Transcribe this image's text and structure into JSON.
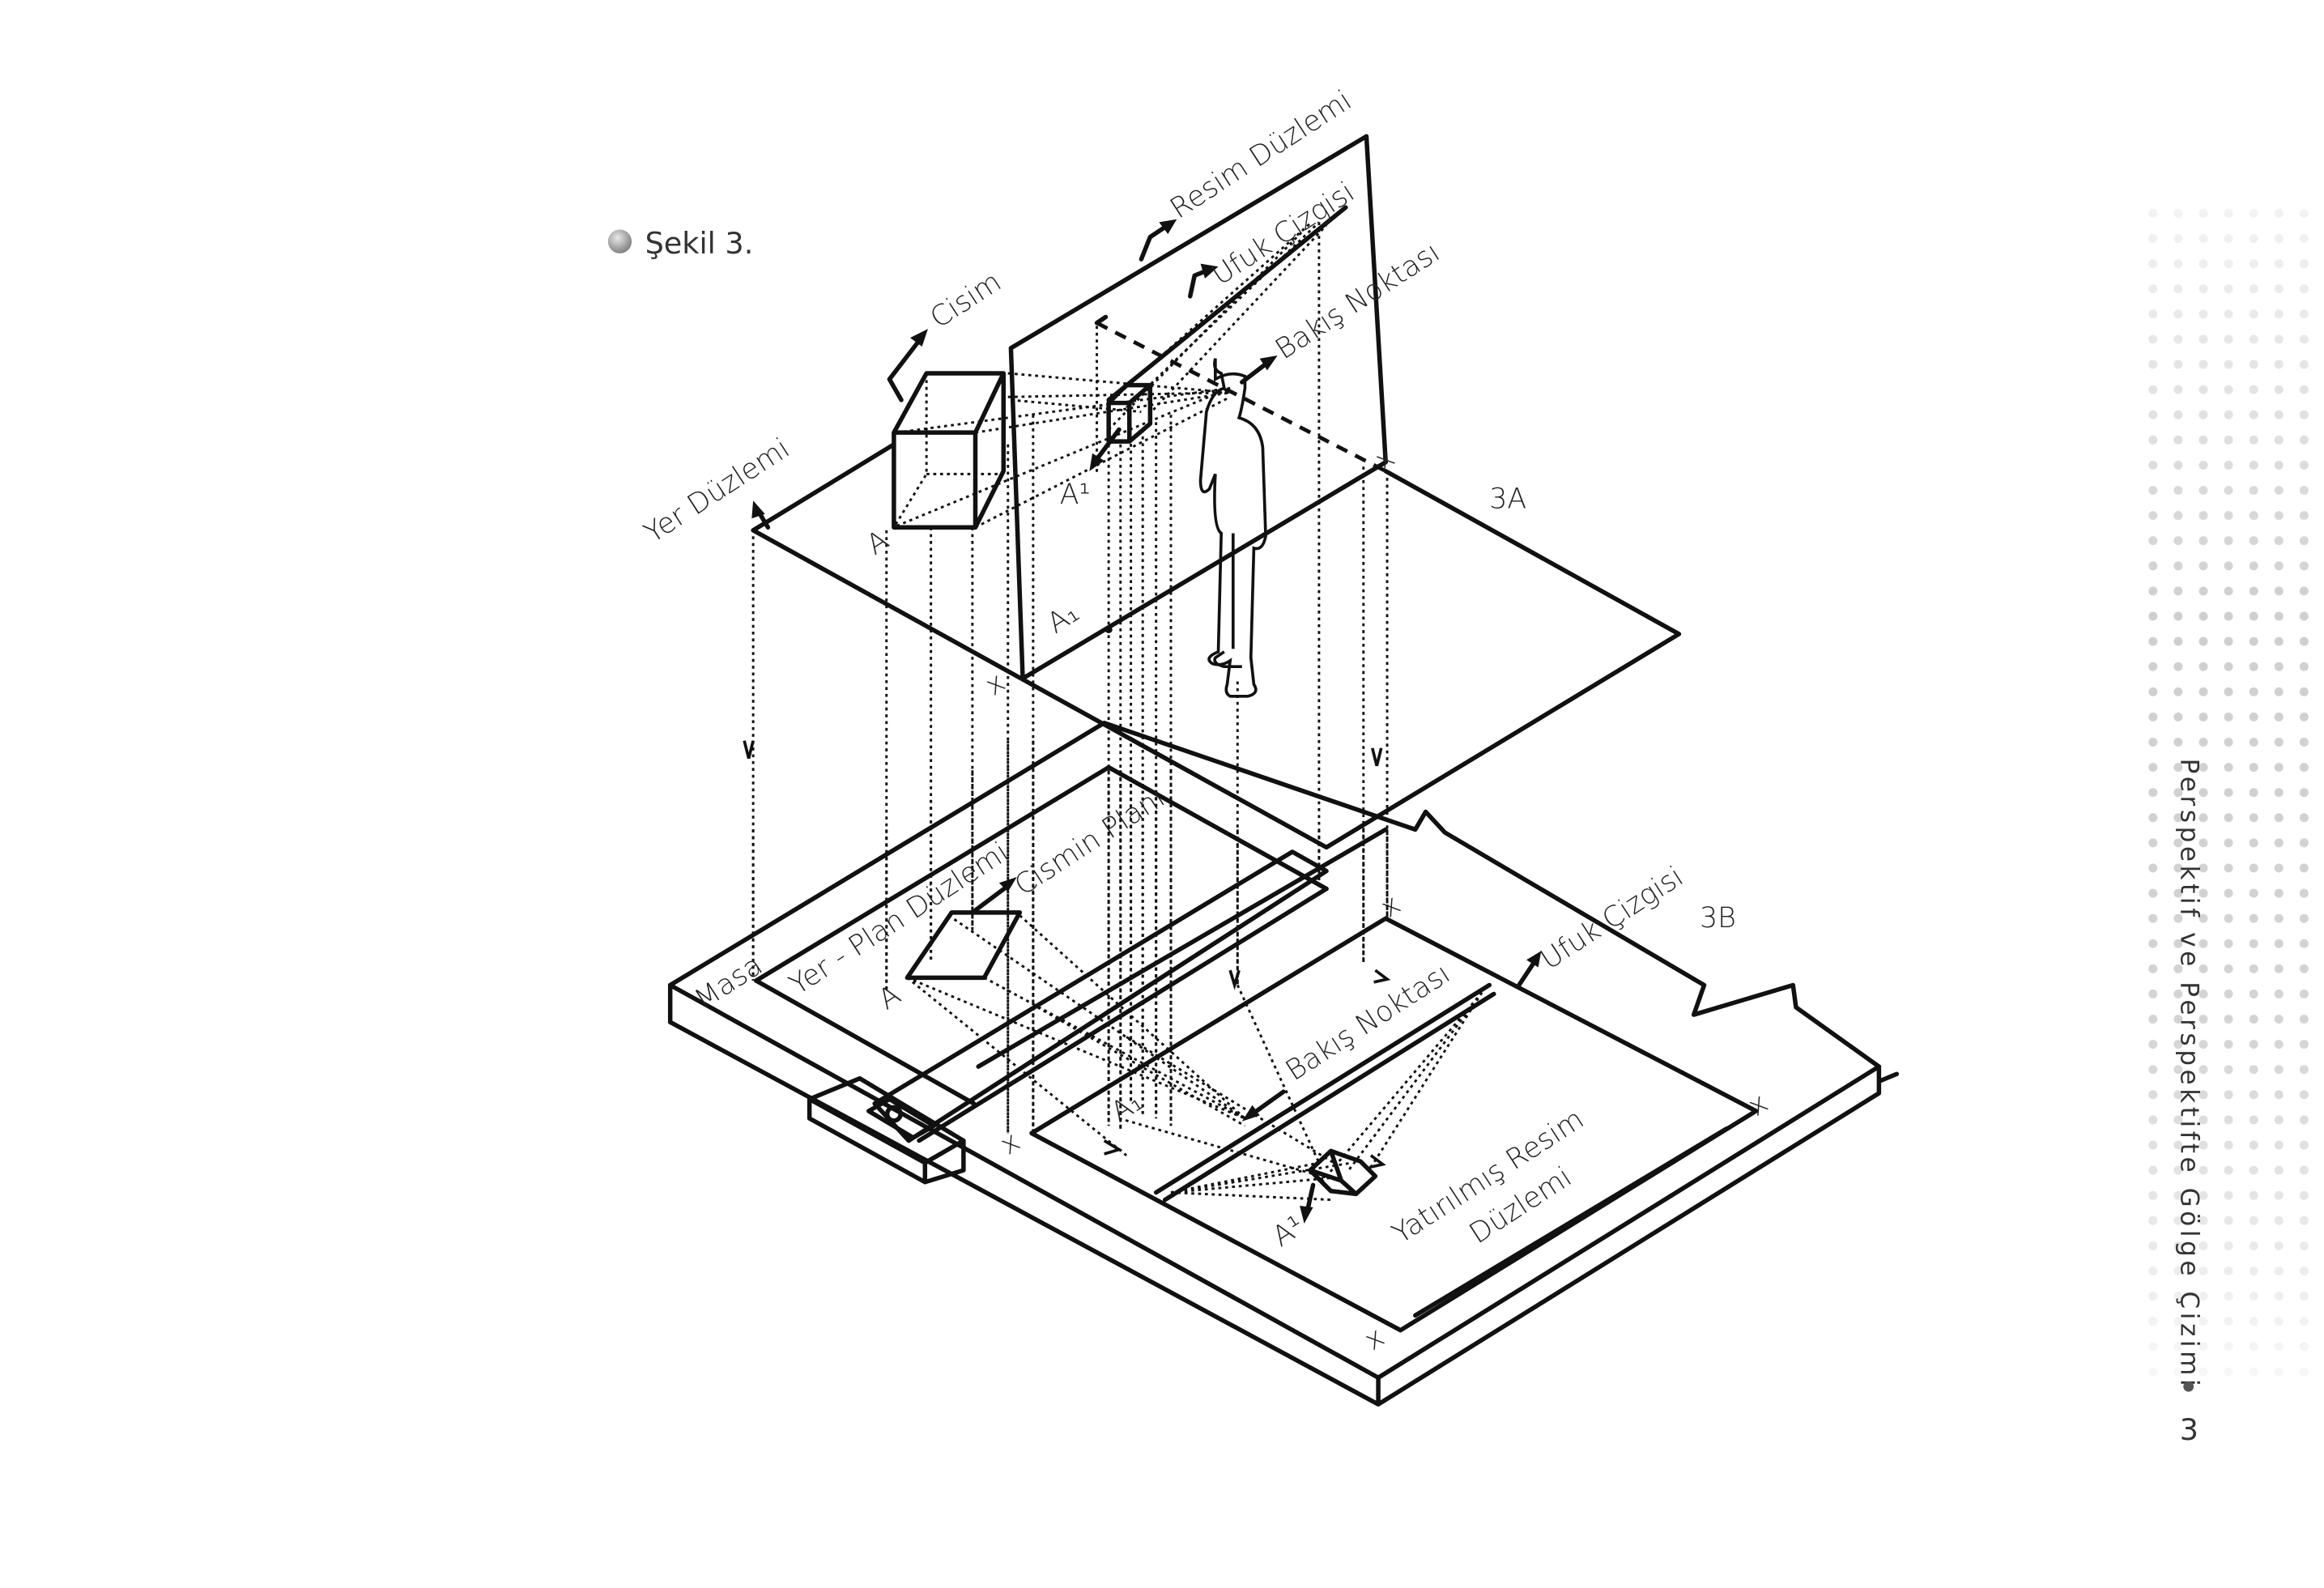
{
  "figure": {
    "title": "Şekil 3.",
    "labels": {
      "resim_duzlemi": "Resim Düzlemi",
      "ufuk_cizgisi_top": "Ufuk Çizgisi",
      "bakis_noktasi_top": "Bakış Noktası",
      "cisim": "Cisim",
      "yer_duzlemi": "Yer Düzlemi",
      "a_top": "A",
      "a_sup_top": "A¹",
      "a_sub_top": "A₁",
      "label_3a": "3A",
      "label_3b": "3B",
      "masa": "Masa",
      "yer_plan_duzlemi": "Yer - Plan Düzlemi",
      "cismin_plani": "Cismin Planı",
      "a_bottom": "A",
      "ufuk_cizgisi_bottom": "Ufuk Çizgisi",
      "bakis_noktasi_bottom": "Bakış Noktası",
      "a_sub_bottom": "A₁",
      "a_sup_bottom": "A¹",
      "yatirilmis_resim": "Yatırılmış Resim",
      "duzlemi": "Düzlemi",
      "x_mark": "x"
    }
  },
  "sidebar": {
    "chapter_title": "Perspektif ve Perspektifte Gölge Çizimi",
    "page_number": "3"
  }
}
